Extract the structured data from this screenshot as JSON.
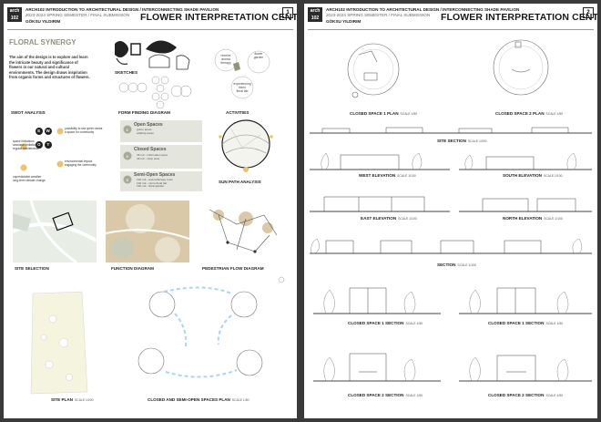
{
  "header": {
    "logo_text": "arch\n102",
    "line1": "ARCH102 INTRODUCTION TO ARCHITECTURAL DESIGN / INTERCONNECTING SHADE PAVILION",
    "line2": "2023-2024 SPRING SEMESTER / FINAL SUBMISSION",
    "author": "GÖKSU YILDIRIM",
    "title": "FLOWER INTERPRETATION CENTER"
  },
  "sheet1": {
    "page_number": "1",
    "concept_title": "FLORAL SYNERGY",
    "concept_text": [
      "The aim of the design is to explore and learn",
      "the intricate beauty and significance of",
      "flowers in our natural and cultural",
      "environments. The design draws inspiration",
      "from organic forms and structures of flowers."
    ],
    "activities": [
      {
        "line1": "receive",
        "line2": "aroma",
        "line3": "therapy"
      },
      {
        "line1": "flower",
        "line2": "garden",
        "line3": ""
      },
      {
        "line1": "experiencing",
        "line2": "micro",
        "line3": "floral lab"
      }
    ],
    "swot": {
      "title": "SWOT ANALYSIS",
      "s": "S",
      "w": "W",
      "o": "O",
      "t": "T",
      "items": [
        {
          "line1": "possibility to use green areas",
          "line2": "a space for community"
        },
        {
          "line1": "space limitations",
          "line2": "seasonal limitations",
          "line3": "regular maintenance"
        },
        {
          "line1": "environmental impact",
          "line2": "engaging the community"
        },
        {
          "line1": "unpredictable weather",
          "line2": "long-term climate change"
        }
      ]
    },
    "space_types": [
      {
        "num": "1",
        "title": "Open Spaces",
        "items": [
          "green areas",
          "walking areas"
        ]
      },
      {
        "num": "2",
        "title": "Closed Spaces",
        "items": [
          "46 m2  -  information area",
          "46 m2  -  shop area"
        ]
      },
      {
        "num": "3",
        "title": "Semi-Open Spaces",
        "items": [
          "192 m2  -  aromatherapy room",
          "192 m2  -  micro floral lab",
          "192 m2  -  floral garden"
        ]
      }
    ],
    "labels": {
      "sketches": "SKETCHES",
      "form_finding": "FORM FINDING DIAGRAM",
      "activities": "ACTIVITIES",
      "sun_path": "SUN PATH ANALYSIS",
      "site_selection": "SITE SELECTION",
      "function_diagram": "FUNCTION DIAGRAM",
      "pedestrian_flow": "PEDESTRIAN FLOW DIAGRAM",
      "site_plan": "SITE PLAN",
      "site_plan_scale": "SCALE 1/200",
      "closed_semi_plan": "CLOSED AND SEMI-OPEN SPACES PLAN",
      "closed_semi_scale": "SCALE 1/50"
    }
  },
  "sheet2": {
    "page_number": "2",
    "labels": {
      "plan1": "CLOSED SPACE 1 PLAN",
      "plan1_scale": "SCALE 1/50",
      "plan2": "CLOSED SPACE 2 PLAN",
      "plan2_scale": "SCALE 1/50",
      "site_section": "SITE SECTION",
      "site_section_scale": "SCALE 1/200",
      "west": "WEST ELEVATION",
      "west_scale": "SCALE 1/100",
      "south": "SOUTH ELEVATION",
      "south_scale": "SCALE 1/100",
      "east": "EAST ELEVATION",
      "east_scale": "SCALE 1/100",
      "north": "NORTH ELEVATION",
      "north_scale": "SCALE 1/100",
      "section": "SECTION",
      "section_scale": "SCALE 1/100",
      "cs1a": "CLOSED SPACE 1 SECTION",
      "cs1a_scale": "SCALE 1/50",
      "cs1b": "CLOSED SPACE 1 SECTION",
      "cs1b_scale": "SCALE 1/50",
      "cs2a": "CLOSED SPACE 2 SECTION",
      "cs2a_scale": "SCALE 1/50",
      "cs2b": "CLOSED SPACE 2 SECTION",
      "cs2b_scale": "SCALE 1/50"
    }
  },
  "colors": {
    "sage": "#c9cbb9",
    "sage_dark": "#8f947d",
    "gold": "#e9c46a",
    "blue": "#a9d8ea",
    "tan": "#d9c9a8"
  }
}
